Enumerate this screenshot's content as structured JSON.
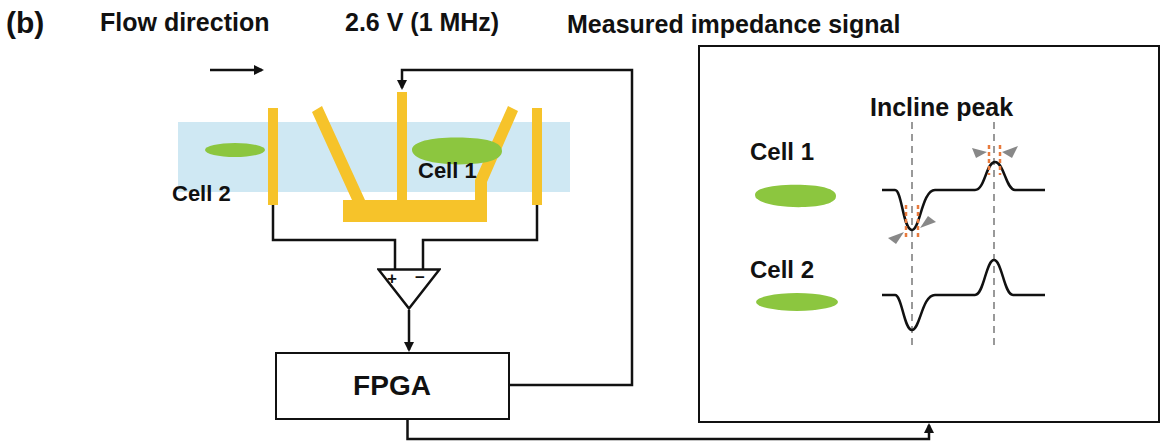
{
  "diagram": {
    "nodes": [
      {
        "text": [
          "+",
          "−"
        ]
      },
      {
        "text": [
          "FPGA"
        ]
      },
      {
        "text": [
          "Measured impedance signal"
        ]
      }
    ],
    "edges": [
      {
        "from": 0,
        "to": 1,
        "arrow": "to"
      },
      {
        "from": 1,
        "to": 2,
        "arrow": "to"
      }
    ],
    "labels": [
      "(b)",
      "Flow direction",
      "2.6 V (1 MHz)",
      "Cell 2",
      "Cell 1",
      "Incline peak",
      "Cell 1",
      "Cell 2"
    ]
  }
}
